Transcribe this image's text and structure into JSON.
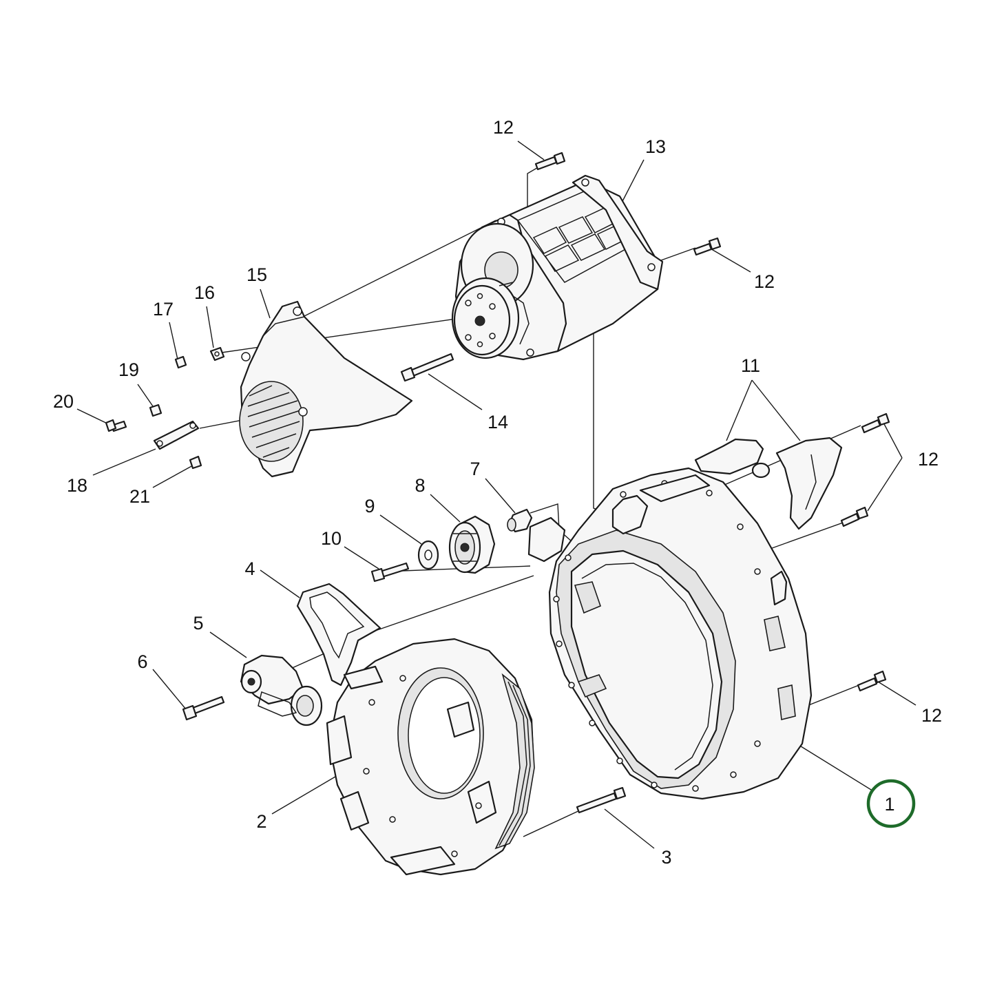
{
  "diagram": {
    "callouts": [
      {
        "id": "c12a",
        "label": "12"
      },
      {
        "id": "c13",
        "label": "13"
      },
      {
        "id": "c12b",
        "label": "12"
      },
      {
        "id": "c15",
        "label": "15"
      },
      {
        "id": "c16",
        "label": "16"
      },
      {
        "id": "c17",
        "label": "17"
      },
      {
        "id": "c19",
        "label": "19"
      },
      {
        "id": "c20",
        "label": "20"
      },
      {
        "id": "c18",
        "label": "18"
      },
      {
        "id": "c21",
        "label": "21"
      },
      {
        "id": "c14",
        "label": "14"
      },
      {
        "id": "c11",
        "label": "11"
      },
      {
        "id": "c12c",
        "label": "12"
      },
      {
        "id": "c7",
        "label": "7"
      },
      {
        "id": "c8",
        "label": "8"
      },
      {
        "id": "c9",
        "label": "9"
      },
      {
        "id": "c10",
        "label": "10"
      },
      {
        "id": "c4",
        "label": "4"
      },
      {
        "id": "c5",
        "label": "5"
      },
      {
        "id": "c6",
        "label": "6"
      },
      {
        "id": "c12d",
        "label": "12"
      },
      {
        "id": "c1",
        "label": "1"
      },
      {
        "id": "c2",
        "label": "2"
      },
      {
        "id": "c3",
        "label": "3"
      }
    ],
    "highlighted_callout": "1",
    "highlight_color": "#1e6b2a"
  }
}
